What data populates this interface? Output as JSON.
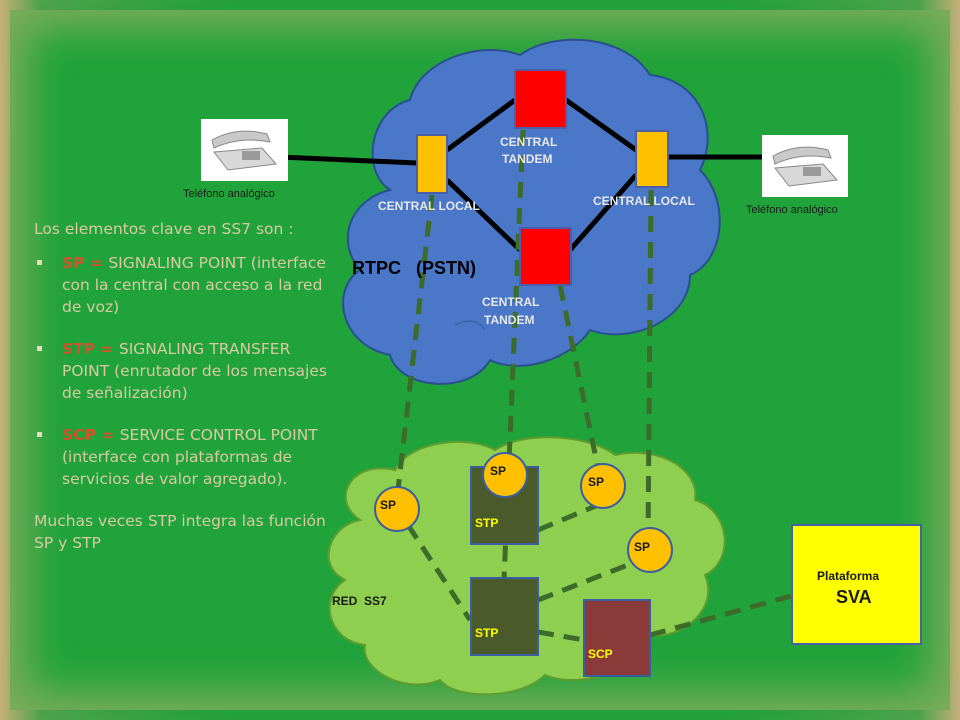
{
  "phones": [
    {
      "label": "Teléfono analógico"
    },
    {
      "label": "Teléfono analógico"
    }
  ],
  "pstn": {
    "cloud_label": "RTPC   (PSTN)",
    "central_tandem_top": [
      "CENTRAL",
      "TANDEM"
    ],
    "central_tandem_bottom": [
      "CENTRAL",
      "TANDEM"
    ],
    "central_local_left": "CENTRAL LOCAL",
    "central_local_right": "CENTRAL LOCAL"
  },
  "ss7": {
    "cloud_label": "RED  SS7",
    "sp_labels": [
      "SP",
      "SP",
      "SP",
      "SP"
    ],
    "stp_labels": [
      "STP",
      "STP"
    ],
    "scp_label": "SCP"
  },
  "sva": {
    "title": "Plataforma",
    "name": "SVA"
  },
  "text": {
    "intro": "Los elementos clave en SS7 son :",
    "items": [
      {
        "key": "SP = ",
        "desc": "SIGNALING  POINT (interface con la central con acceso a la red de voz)"
      },
      {
        "key": "STP = ",
        "desc": "SIGNALING TRANSFER POINT (enrutador de los mensajes de señalización)"
      },
      {
        "key": "SCP = ",
        "desc": "SERVICE CONTROL POINT (interface con plataformas de servicios de valor agregado)."
      }
    ],
    "outro": "Muchas veces STP integra  las función SP y STP"
  },
  "colors": {
    "background": "#21a33b",
    "pstn_cloud": "#4a77c8",
    "ss7_cloud": "#8fcf4f",
    "tandem": "#ff0000",
    "local": "#ffc000",
    "sp": "#ffc000",
    "stp": "#4a5a2a",
    "scp": "#8b3a3a",
    "sva": "#ffff00",
    "dashed_link": "#3d6b2a"
  }
}
